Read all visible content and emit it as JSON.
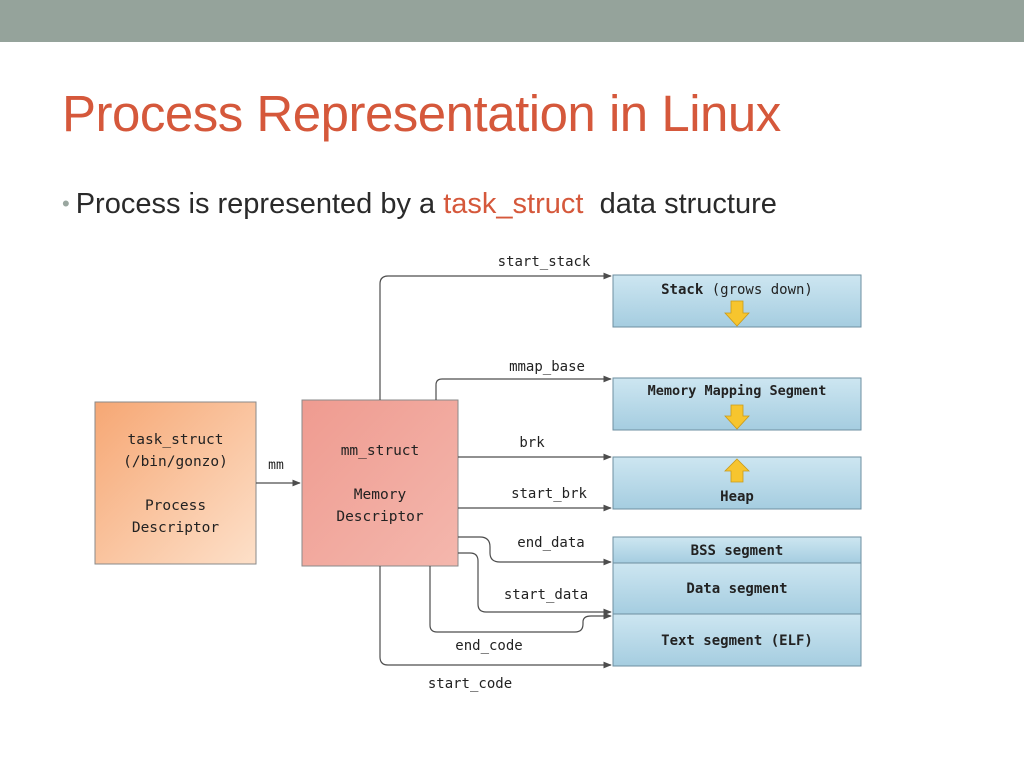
{
  "slide": {
    "title": "Process Representation in Linux",
    "bullet": {
      "prefix": "Process is represented by a",
      "highlight": "task_struct",
      "suffix": "data structure"
    }
  },
  "diagram": {
    "task_struct": {
      "lines": [
        "task_struct",
        "(/bin/gonzo)",
        "",
        "Process",
        "Descriptor"
      ]
    },
    "mm_edge_label": "mm",
    "mm_struct": {
      "lines": [
        "mm_struct",
        "",
        "Memory",
        "Descriptor"
      ]
    },
    "segments": {
      "stack": {
        "bold": "Stack",
        "normal": "(grows down)"
      },
      "mmap": "Memory Mapping Segment",
      "heap": "Heap",
      "bss": "BSS segment",
      "data": "Data segment",
      "text": "Text segment (ELF)"
    },
    "pointers": {
      "start_stack": "start_stack",
      "mmap_base": "mmap_base",
      "brk": "brk",
      "start_brk": "start_brk",
      "end_data": "end_data",
      "start_data": "start_data",
      "end_code": "end_code",
      "start_code": "start_code"
    },
    "colors": {
      "task_fill_start": "#f6a774",
      "task_fill_end": "#fde0c9",
      "mm_fill": "#f0a298",
      "segment_fill_top": "#c9e3ee",
      "segment_fill_bottom": "#a7cfe0",
      "segment_border": "#6e8fa0",
      "arrow_fill": "#f7c52e",
      "line": "#4d4d4d",
      "title_accent": "#d5583b",
      "top_bar": "#95a39b"
    }
  }
}
